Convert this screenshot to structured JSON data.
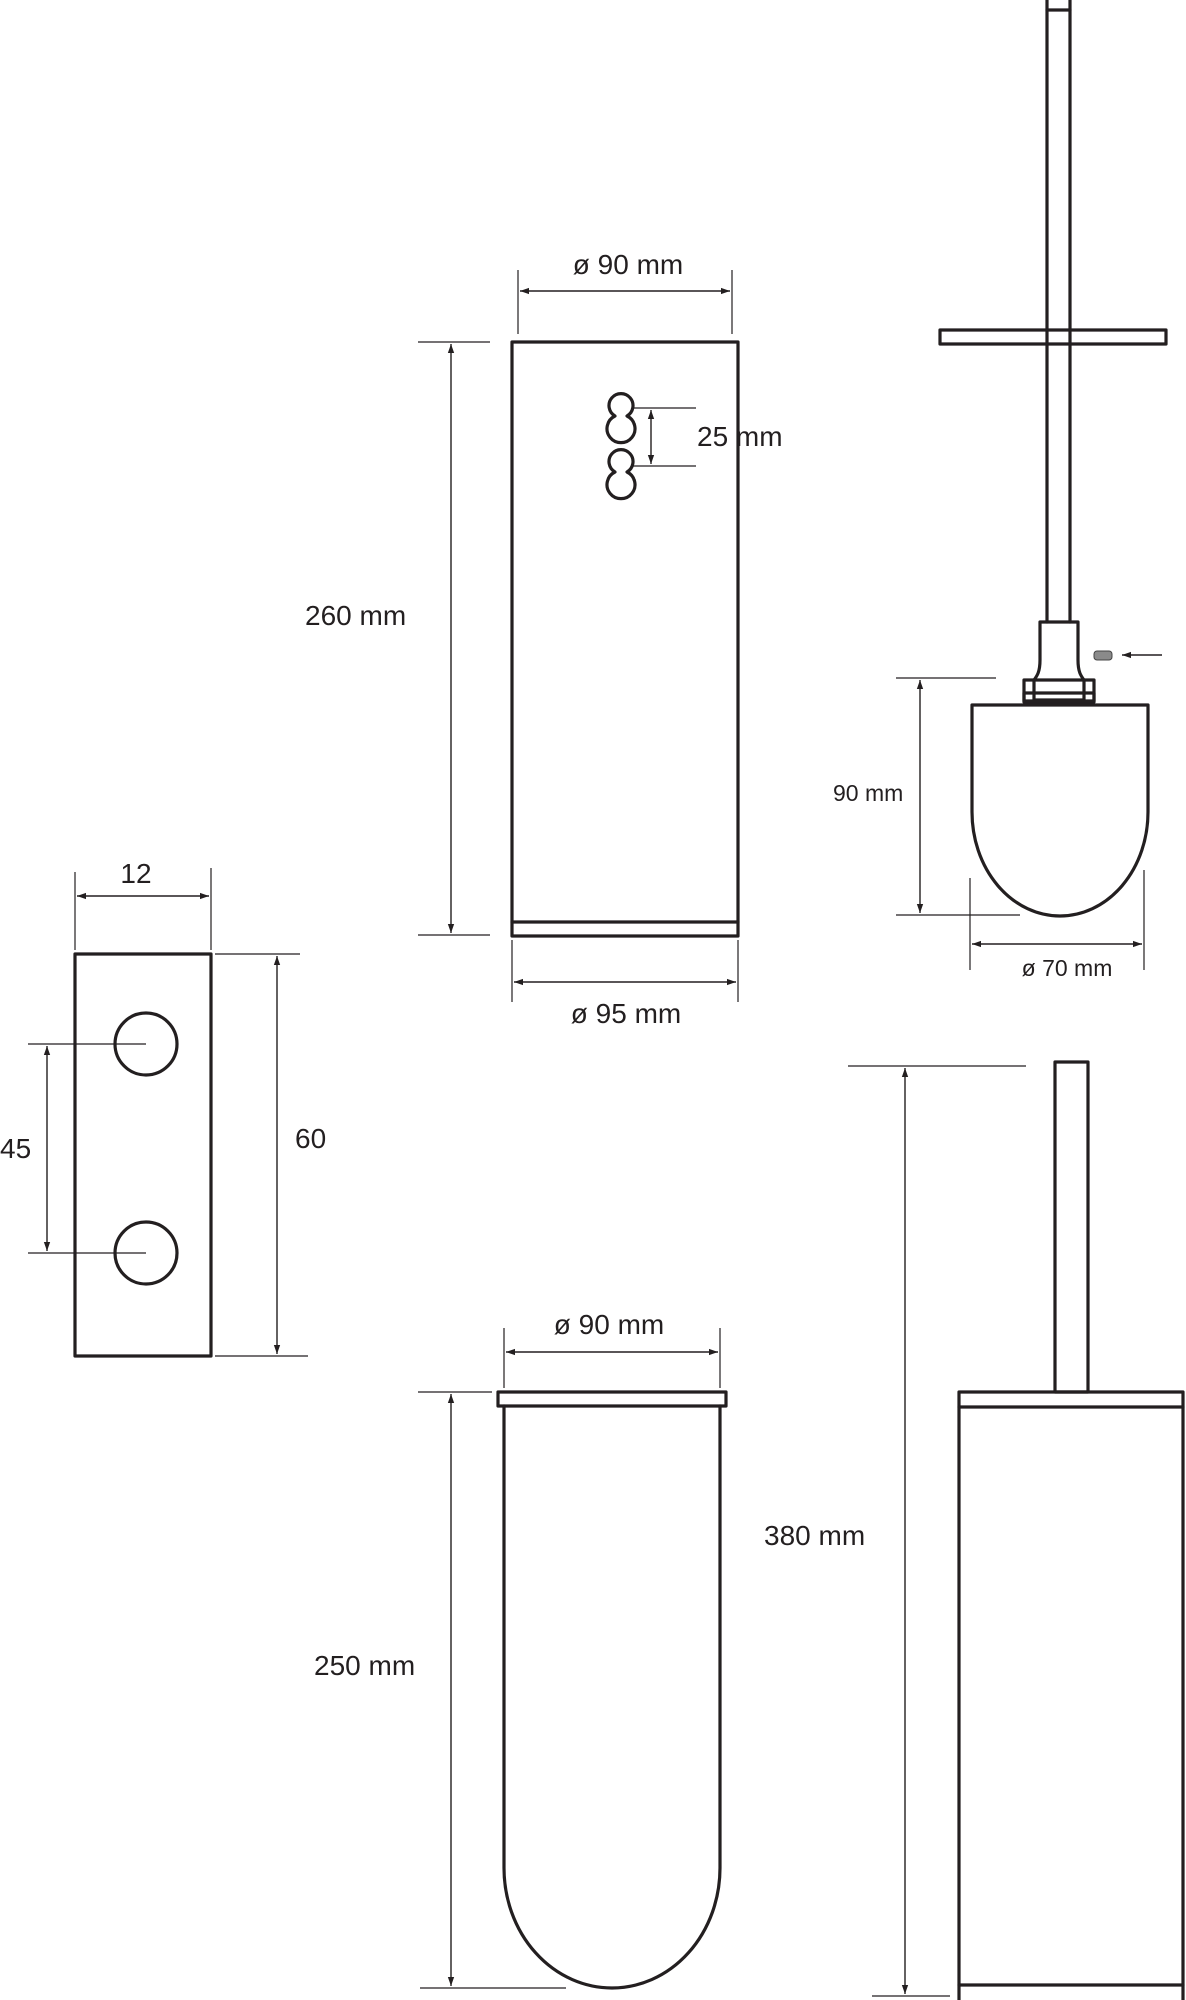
{
  "labels": {
    "holder_top_diameter": "ø 90 mm",
    "keyhole_spacing": "25 mm",
    "holder_height": "260 mm",
    "holder_bottom_diameter": "ø 95 mm",
    "brush_head_height": "90 mm",
    "brush_head_diameter": "ø 70 mm",
    "bracket_width": "12",
    "bracket_hole_spacing": "45",
    "bracket_height": "60",
    "insert_diameter": "ø 90 mm",
    "insert_height": "250 mm",
    "total_height": "380 mm"
  },
  "colors": {
    "line": "#231f20",
    "background": "#ffffff"
  }
}
